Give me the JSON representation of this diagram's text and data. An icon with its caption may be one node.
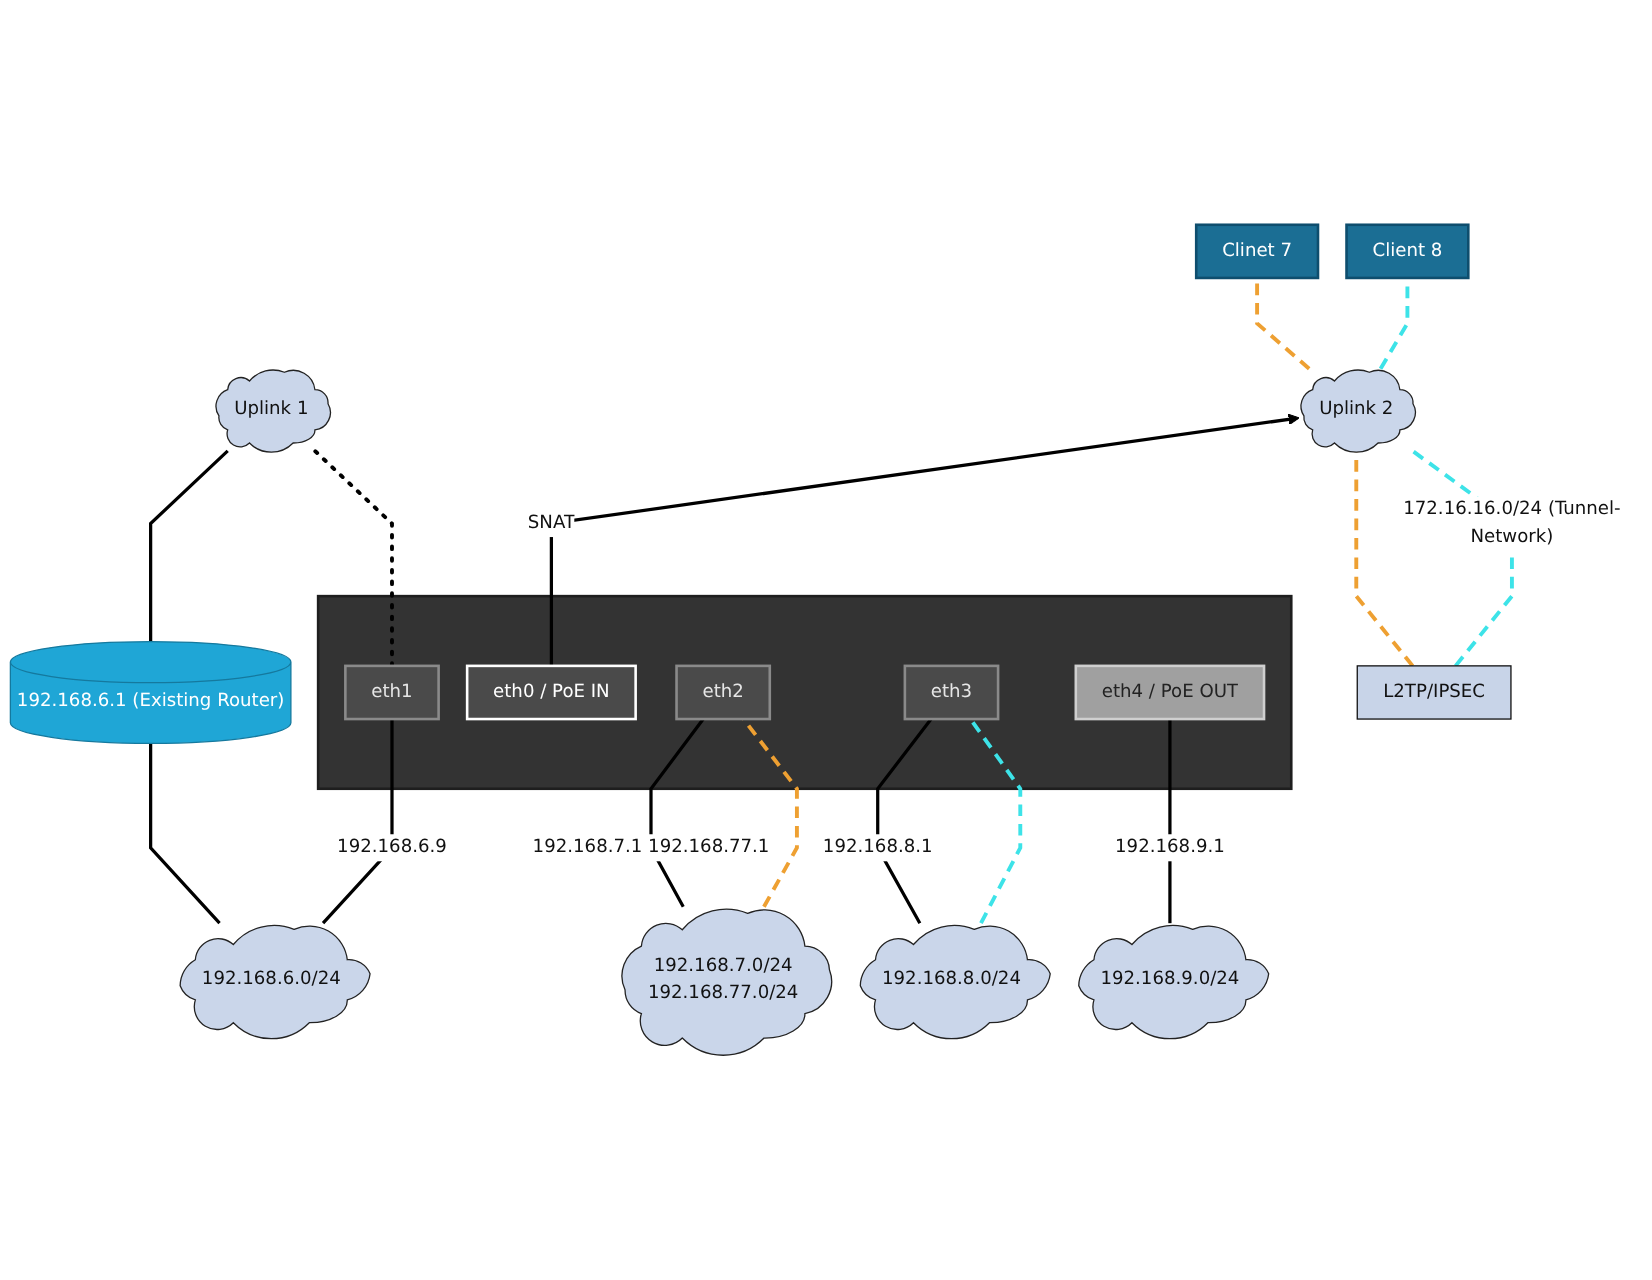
{
  "diagram": {
    "nodes": [
      {
        "text": [
          "Uplink 1"
        ]
      },
      {
        "text": [
          "Uplink 2"
        ]
      },
      {
        "text": [
          "Clinet 7"
        ]
      },
      {
        "text": [
          "Client 8"
        ]
      },
      {
        "text": [
          "192.168.6.1 (Existing Router)"
        ]
      },
      {
        "text": [
          "L2TP/IPSEC"
        ]
      },
      {
        "text": [],
        "shape": "box"
      },
      {
        "text": [
          "eth0 / PoE IN"
        ],
        "in": 6
      },
      {
        "text": [
          "eth1"
        ],
        "in": 6
      },
      {
        "text": [
          "eth2"
        ],
        "in": 6
      },
      {
        "text": [
          "eth3"
        ],
        "in": 6
      },
      {
        "text": [
          "eth4 / PoE OUT"
        ],
        "in": 6
      },
      {
        "text": [
          "192.168.6.0/24"
        ]
      },
      {
        "text": [
          "192.168.7.0/24",
          "192.168.77.0/24"
        ]
      },
      {
        "text": [
          "192.168.8.0/24"
        ]
      },
      {
        "text": [
          "192.168.9.0/24"
        ]
      }
    ],
    "edges": [
      {
        "from": 4,
        "to": 0,
        "arrow": "none"
      },
      {
        "from": 8,
        "to": 0,
        "arrow": "none",
        "style": "dashed"
      },
      {
        "from": 12,
        "to": 4,
        "arrow": "none"
      },
      {
        "from": 12,
        "to": 8,
        "arrow": "none",
        "label": "192.168.6.9"
      },
      {
        "from": 7,
        "to": 1,
        "arrow": "to",
        "label": "SNAT"
      },
      {
        "from": 1,
        "to": 2,
        "arrow": "none",
        "style": "dashed",
        "color": "#eea032"
      },
      {
        "from": 1,
        "to": 3,
        "arrow": "none",
        "style": "dashed",
        "color": "#3de3e8"
      },
      {
        "from": 5,
        "to": 1,
        "arrow": "none",
        "style": "dashed",
        "color": "#eea032"
      },
      {
        "from": 5,
        "to": 1,
        "arrow": "none",
        "style": "dashed",
        "color": "#3de3e8",
        "label": "172.16.16.0/24 (Tunnel-Network)"
      },
      {
        "from": 13,
        "to": 9,
        "arrow": "none",
        "label": "192.168.7.1 192.168.77.1"
      },
      {
        "from": 13,
        "to": 9,
        "arrow": "none",
        "style": "dashed",
        "color": "#eea032"
      },
      {
        "from": 14,
        "to": 10,
        "arrow": "none",
        "label": "192.168.8.1"
      },
      {
        "from": 14,
        "to": 10,
        "arrow": "none",
        "style": "dashed",
        "color": "#3de3e8"
      },
      {
        "from": 15,
        "to": 11,
        "arrow": "none",
        "label": "192.168.9.1"
      }
    ]
  }
}
